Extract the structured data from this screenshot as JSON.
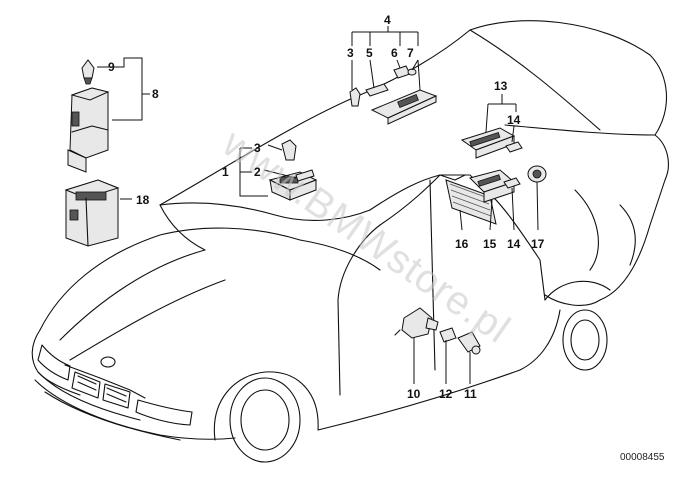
{
  "diagram": {
    "callouts": {
      "c1": "1",
      "c2": "2",
      "c3a": "3",
      "c3b": "3",
      "c4": "4",
      "c5": "5",
      "c6": "6",
      "c7": "7",
      "c8": "8",
      "c9": "9",
      "c10": "10",
      "c11": "11",
      "c12": "12",
      "c13": "13",
      "c14a": "14",
      "c14b": "14",
      "c15": "15",
      "c16": "16",
      "c17": "17",
      "c18": "18"
    },
    "watermark": "www.BMWstore.pl",
    "doc_id": "00008455"
  }
}
